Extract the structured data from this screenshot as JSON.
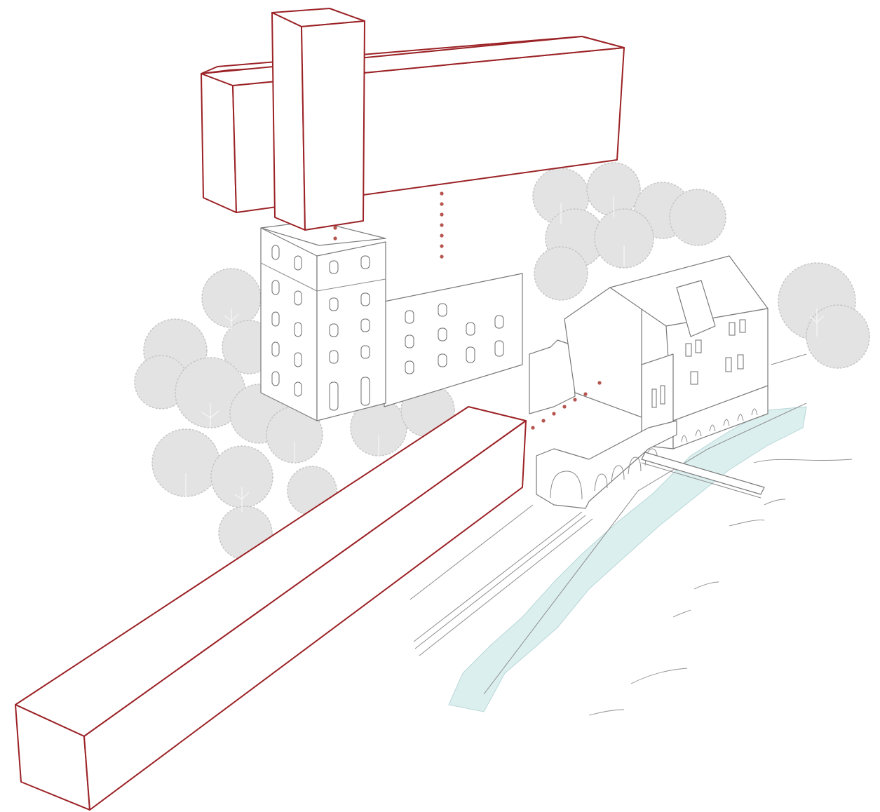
{
  "diagram": {
    "palette": {
      "massing_outline": "#9b2226",
      "connector_dots": "#b5554e",
      "building_line": "#7a7a7a",
      "tree_fill": "#e3e3e3",
      "water": "#dcefef"
    },
    "elements": [
      "upper-horizontal-volume",
      "vertical-tower-volume",
      "lower-horizontal-volume",
      "existing-mill-tower",
      "existing-mill-wing",
      "ruined-wall",
      "riverside-house",
      "arched-bridge",
      "river",
      "trees"
    ]
  }
}
